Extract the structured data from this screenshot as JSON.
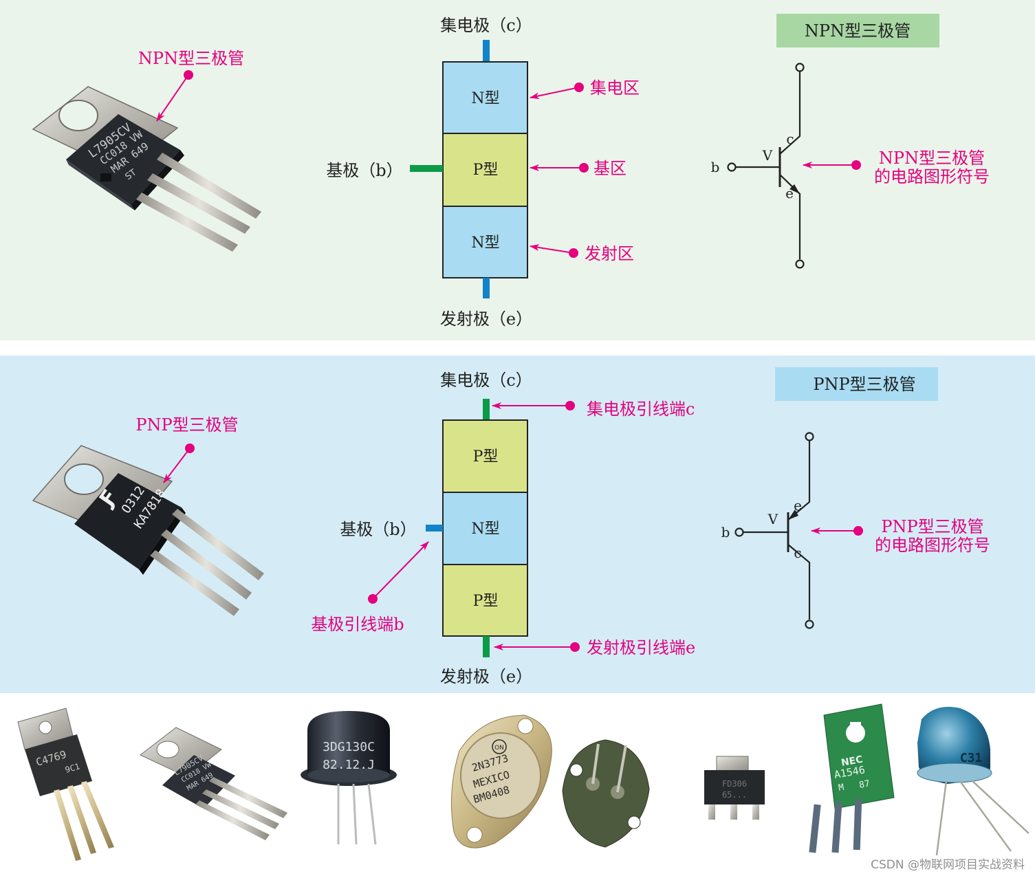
{
  "colors": {
    "npn_bg": "#ebf4ea",
    "pnp_bg": "#d5ecf6",
    "n_layer": "#a9dcf2",
    "p_layer": "#d9e48a",
    "magenta": "#e4007f",
    "blue_lead": "#1283c8",
    "green_lead": "#0c9b48",
    "npn_title_bg": "#a8d7a4",
    "pnp_title_bg": "#a9dcf2"
  },
  "npn": {
    "photo_label": "NPN型三极管",
    "package_text": [
      "L7905CV",
      "CC018 VW",
      "MAR 649",
      "ST"
    ],
    "terminal_c": "集电极（c）",
    "terminal_b": "基极（b）",
    "terminal_e": "发射极（e）",
    "layers": [
      "N型",
      "P型",
      "N型"
    ],
    "region_labels": [
      "集电区",
      "基区",
      "发射区"
    ],
    "title": "NPN型三极管",
    "symbol": {
      "b": "b",
      "c": "c",
      "e": "e",
      "v": "V"
    },
    "symbol_caption": [
      "NPN型三极管",
      "的电路图形符号"
    ]
  },
  "pnp": {
    "photo_label": "PNP型三极管",
    "package_text": [
      "Ƒ",
      "O312",
      "KA7818"
    ],
    "terminal_c": "集电极（c）",
    "terminal_b": "基极（b）",
    "terminal_e": "发射极（e）",
    "layers": [
      "P型",
      "N型",
      "P型"
    ],
    "lead_labels": {
      "c": "集电极引线端c",
      "b": "基极引线端b",
      "e": "发射极引线端e"
    },
    "title": "PNP型三极管",
    "symbol": {
      "b": "b",
      "c": "c",
      "e": "e",
      "v": "V"
    },
    "symbol_caption": [
      "PNP型三极管",
      "的电路图形符号"
    ]
  },
  "gallery": {
    "items": [
      {
        "name": "to3p",
        "text": [
          "C4769",
          "9C1"
        ]
      },
      {
        "name": "to220",
        "text": [
          "L7905CV",
          "CC018 VW",
          "MAR 649"
        ]
      },
      {
        "name": "to39",
        "text": [
          "3DG130C",
          "82.12.J"
        ]
      },
      {
        "name": "to3",
        "text": [
          "ON",
          "2N3773",
          "MEXICO",
          "BM0408"
        ]
      },
      {
        "name": "to3-back",
        "text": []
      },
      {
        "name": "sot223",
        "text": [
          "FD306",
          "65..."
        ]
      },
      {
        "name": "to126",
        "text": [
          "NEC",
          "A1546",
          "M",
          "87"
        ]
      },
      {
        "name": "to18",
        "text": [
          "C31"
        ]
      }
    ]
  },
  "watermark": "CSDN @物联网项目实战资料"
}
